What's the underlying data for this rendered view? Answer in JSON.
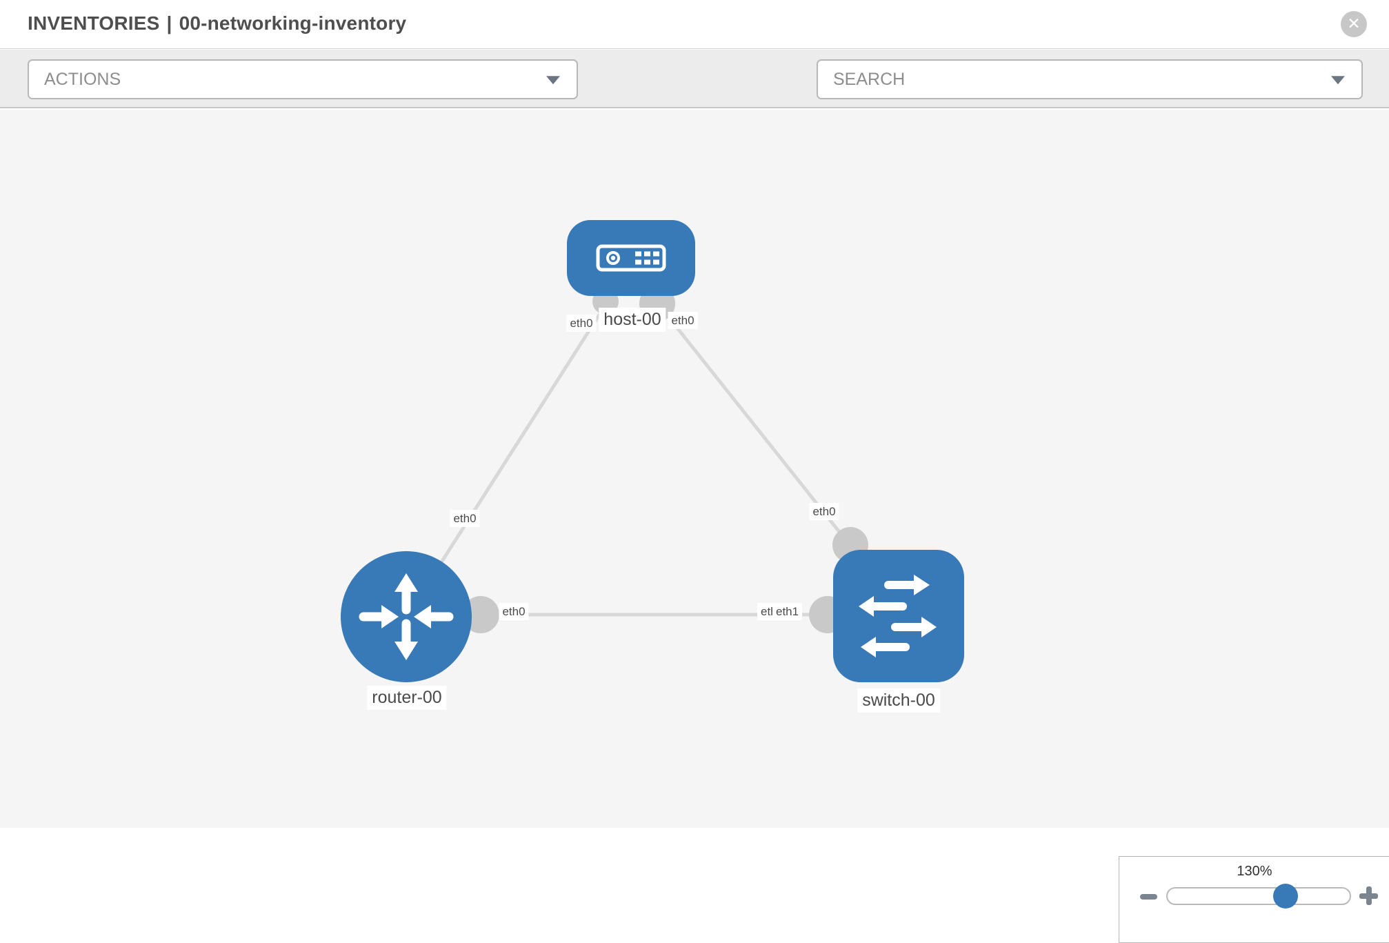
{
  "header": {
    "breadcrumb": "INVENTORIES",
    "separator": "|",
    "inventory_name": "00-networking-inventory",
    "close_glyph": "✕"
  },
  "toolbar": {
    "actions_label": "ACTIONS",
    "search_label": "SEARCH"
  },
  "icons": {
    "wrench": "wrench-icon",
    "key": "key-icon",
    "close": "circle-x-icon",
    "actions_caret": "chevron-down-icon",
    "search_caret": "chevron-down-icon",
    "zoom_out": "minus-icon",
    "zoom_in": "plus-icon"
  },
  "topology": {
    "nodes": [
      {
        "id": "host-00",
        "label": "host-00",
        "type": "host",
        "shape": "rounded-rect"
      },
      {
        "id": "router-00",
        "label": "router-00",
        "type": "router",
        "shape": "circle"
      },
      {
        "id": "switch-00",
        "label": "switch-00",
        "type": "switch",
        "shape": "rounded-square"
      }
    ],
    "links": [
      {
        "source": "host-00",
        "target": "router-00",
        "source_interface": "eth0",
        "target_interface": "eth0"
      },
      {
        "source": "host-00",
        "target": "switch-00",
        "source_interface": "eth0",
        "target_interface": "eth0"
      },
      {
        "source": "router-00",
        "target": "switch-00",
        "source_interface": "eth0",
        "target_interface": "eth1",
        "obscured_interface_label": "eth0"
      }
    ]
  },
  "zoom_control": {
    "value": "130%"
  },
  "colors": {
    "node_blue": "#3879b7",
    "edge_gray": "#d8d8d8",
    "endpoint_gray": "#c9c9c9",
    "icon_gray": "#6e7a86",
    "toolbar_bg": "#ececec",
    "canvas_bg": "#f5f5f6"
  }
}
